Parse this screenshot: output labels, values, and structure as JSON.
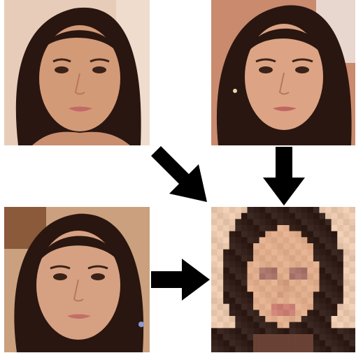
{
  "figure": {
    "panels": [
      {
        "id": "source-face-a",
        "kind": "photo"
      },
      {
        "id": "source-face-b",
        "kind": "photo"
      },
      {
        "id": "source-face-c",
        "kind": "photo"
      },
      {
        "id": "pixelated-target",
        "kind": "pixelated photo"
      }
    ],
    "arrows": [
      {
        "from": "source-face-a",
        "to": "pixelated-target"
      },
      {
        "from": "source-face-b",
        "to": "pixelated-target"
      },
      {
        "from": "source-face-c",
        "to": "pixelated-target"
      }
    ]
  },
  "colors": {
    "arrow": "#000000",
    "background": "#ffffff",
    "hair": "#2a1610",
    "skin_warm": "#d39a78",
    "skin_light": "#e0ad8c",
    "backdrop_tl": "#e7cdb9",
    "backdrop_tr": "#c98a6e",
    "backdrop_bl": "#caa07e",
    "backdrop_br": "#e6c5ab"
  }
}
